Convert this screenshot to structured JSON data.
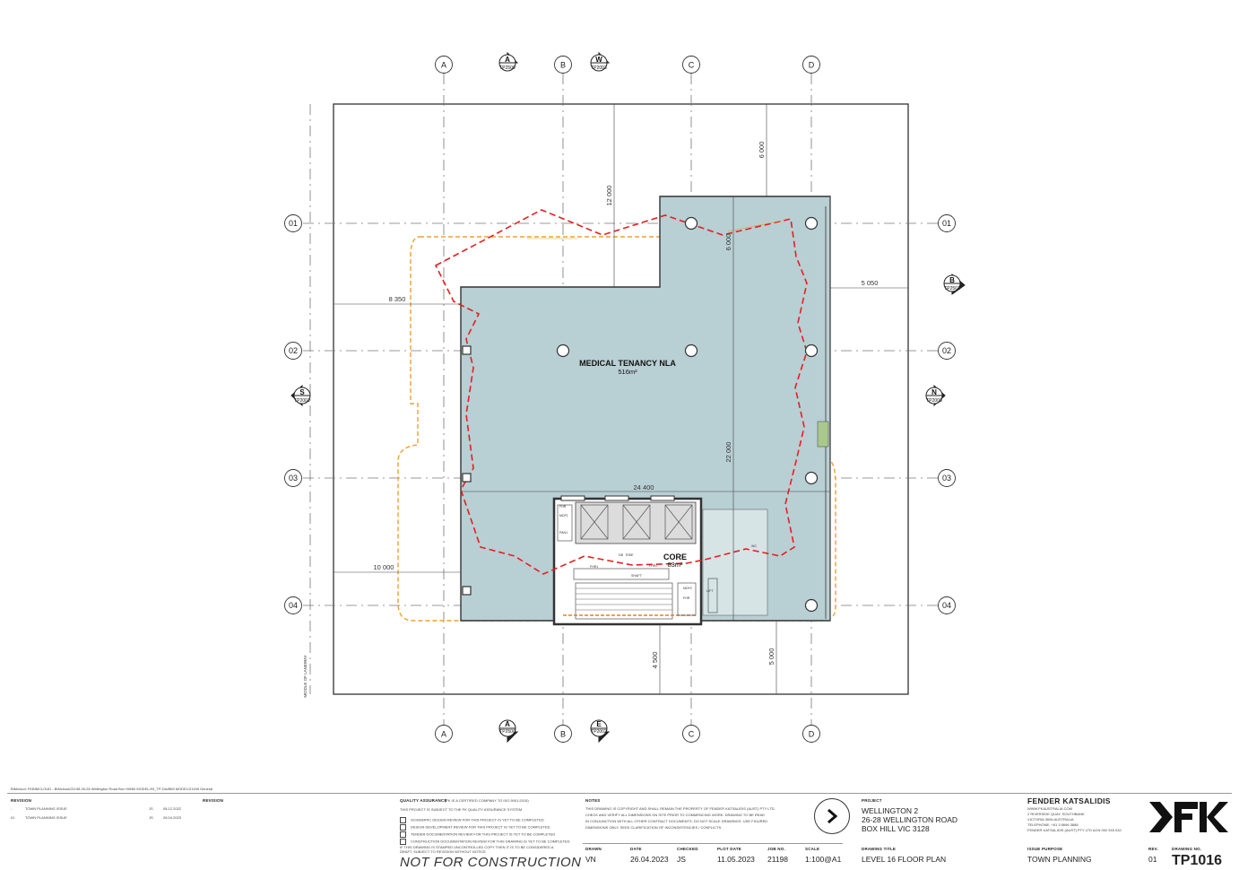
{
  "plan": {
    "room_main_name": "MEDICAL TENANCY NLA",
    "room_main_area": "516m²",
    "room_core_name": "CORE",
    "room_core_area": "83m²",
    "dims": {
      "d12000": "12 000",
      "d6000a": "6 000",
      "d6000b": "6 000",
      "d5050": "5 050",
      "d8350": "8 350",
      "d22000": "22 000",
      "d24400": "24 400",
      "d10000": "10 000",
      "d4500": "4 500",
      "d5000": "5 000"
    },
    "grid_cols": [
      "A",
      "B",
      "C",
      "D"
    ],
    "grid_rows": [
      "01",
      "02",
      "03",
      "04"
    ],
    "section_markers": {
      "top_a": "A",
      "top_a_ref": "TP2500",
      "top_w": "W",
      "top_w_ref": "TP2003",
      "right_b": "B",
      "right_b_ref": "TP2501",
      "right_n": "N",
      "right_n_ref": "TP2000",
      "left_s": "S",
      "left_s_ref": "TP2001",
      "bot_a": "A",
      "bot_a_ref": "TP2500",
      "bot_e": "E",
      "bot_e_ref": "TP2002"
    },
    "middle_note": "MIDDLE OF LANEWAY",
    "core_labels": {
      "l1": "FHR",
      "l2": "MDF1",
      "l3": "PAN1",
      "l4": "DB",
      "l5": "FHR2",
      "l6": "FHR1",
      "l7": "MDF2",
      "l8": "FHR",
      "l9": "RISE",
      "l10": "SHAFT",
      "l11": "WC",
      "l12": "LIFT"
    }
  },
  "title_block": {
    "bim_path": "BIMcloud: FKBIMCLOUD - BIMcloud/21198 26-28 Wellington Road Box Hill/60 MODEL/03_TP-DA/BIM MODEL/21198 General",
    "revision_header": "REVISION",
    "revision_header2": "REVISION",
    "revisions": [
      {
        "rev": "-",
        "desc": "TOWN PLANNING ISSUE",
        "by": "JS",
        "date": "08.12.2022"
      },
      {
        "rev": "01",
        "desc": "TOWN PLANNING ISSUE",
        "by": "JS",
        "date": "26.04.2023"
      }
    ],
    "qa_header": "QUALITY ASSURANCE",
    "qa_note": "(FK IS A CERTIFIED COMPANY TO ISO 9001:2015)",
    "qa_subject": "THIS PROJECT IS SUBJECT TO THE FK QUALITY ASSURANCE SYSTEM",
    "qa_items": [
      "SCHEMATIC DESIGN REVIEW FOR THIS PROJECT IS YET TO BE COMPLETED",
      "DESIGN DEVELOPMENT REVIEW FOR THIS PROJECT IS YET TO BE COMPLETED",
      "TENDER DOCUMENTATION REVIEW FOR THIS PROJECT IS YET TO BE COMPLETED",
      "CONSTRUCTION DOCUMENTATION REVIEW FOR THIS DRAWING IS YET TO BE COMPLETED"
    ],
    "qa_footer1": "IF THIS DRAWING IS STAMPED UNCONTROLLED COPY THEN IT IS TO BE CONSIDERED A",
    "qa_footer2": "DRAFT, SUBJECT TO REVISION WITHOUT NOTICE",
    "not_for_construction": "NOT FOR CONSTRUCTION",
    "notes_header": "NOTES",
    "notes": [
      "THIS DRAWING IS COPYRIGHT AND SHALL REMAIN THE PROPERTY OF FENDER KATSALIDIS (AUST) PTY LTD.",
      "CHECK AND VERIFY ALL DIMENSIONS ON SITE PRIOR TO COMMENCING WORK. DRAWING TO BE READ",
      "IN CONJUNCTION WITH ALL OTHER CONTRACT DOCUMENTS. DO NOT SCALE DRAWINGS. USE FIGURED",
      "DIMENSIONS ONLY. SEEK CLARIFICATION OF INCONSISTENCIES / CONFLICTS."
    ],
    "drawn_label": "DRAWN",
    "drawn": "VN",
    "date_label": "DATE",
    "date": "26.04.2023",
    "checked_label": "CHECKED",
    "checked": "JS",
    "plot_label": "PLOT DATE",
    "plot": "11.05.2023",
    "job_label": "JOB NO.",
    "job": "21198",
    "scale_label": "SCALE",
    "scale": "1:100@A1",
    "project_label": "PROJECT",
    "project": [
      "WELLINGTON 2",
      "26-28 WELLINGTON ROAD",
      "BOX HILL VIC 3128"
    ],
    "title_label": "DRAWING TITLE",
    "title": "LEVEL 16 FLOOR PLAN",
    "firm": "FENDER KATSALIDIS",
    "firm_lines": [
      "WWW.FKAUSTRALIA.COM",
      "2 RIVERSIDE QUAY, SOUTHBANK",
      "VICTORIA 3006 AUSTRALIA",
      "TELEPHONE: +61 3 8696 3888",
      "FENDER KATSALIDIS (AUST) PTY LTD ACN 092 943 032"
    ],
    "purpose_label": "ISSUE PURPOSE",
    "purpose": "TOWN PLANNING",
    "rev_label": "REV.",
    "rev": "01",
    "drawing_no_label": "DRAWING NO.",
    "drawing_no": "TP1016",
    "logo_text": "FK"
  }
}
